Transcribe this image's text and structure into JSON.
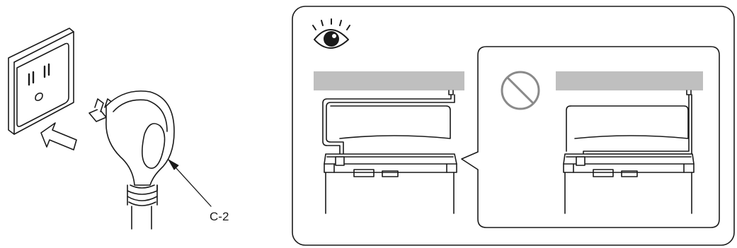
{
  "callout": {
    "label": "C-2",
    "target": "plug-grip"
  },
  "icons": {
    "observe": "eye-icon",
    "prohibited": "prohibition-icon",
    "insert_direction": "push-arrow-icon"
  },
  "steps": [
    {
      "id": "insert-plug",
      "description_icon": "push-arrow-icon"
    },
    {
      "id": "cord-routing",
      "description_icon": "eye-icon"
    }
  ],
  "panels": {
    "correct": {
      "routing": "cord-routed-around-cover-edge"
    },
    "wrong": {
      "routing": "cord-dropped-straight-down",
      "marker": "prohibition-icon"
    }
  },
  "colors": {
    "line": "#1a1a1a",
    "shelf": "#bfbfbf",
    "prohibition": "#8a8a8a",
    "background": "#ffffff"
  }
}
